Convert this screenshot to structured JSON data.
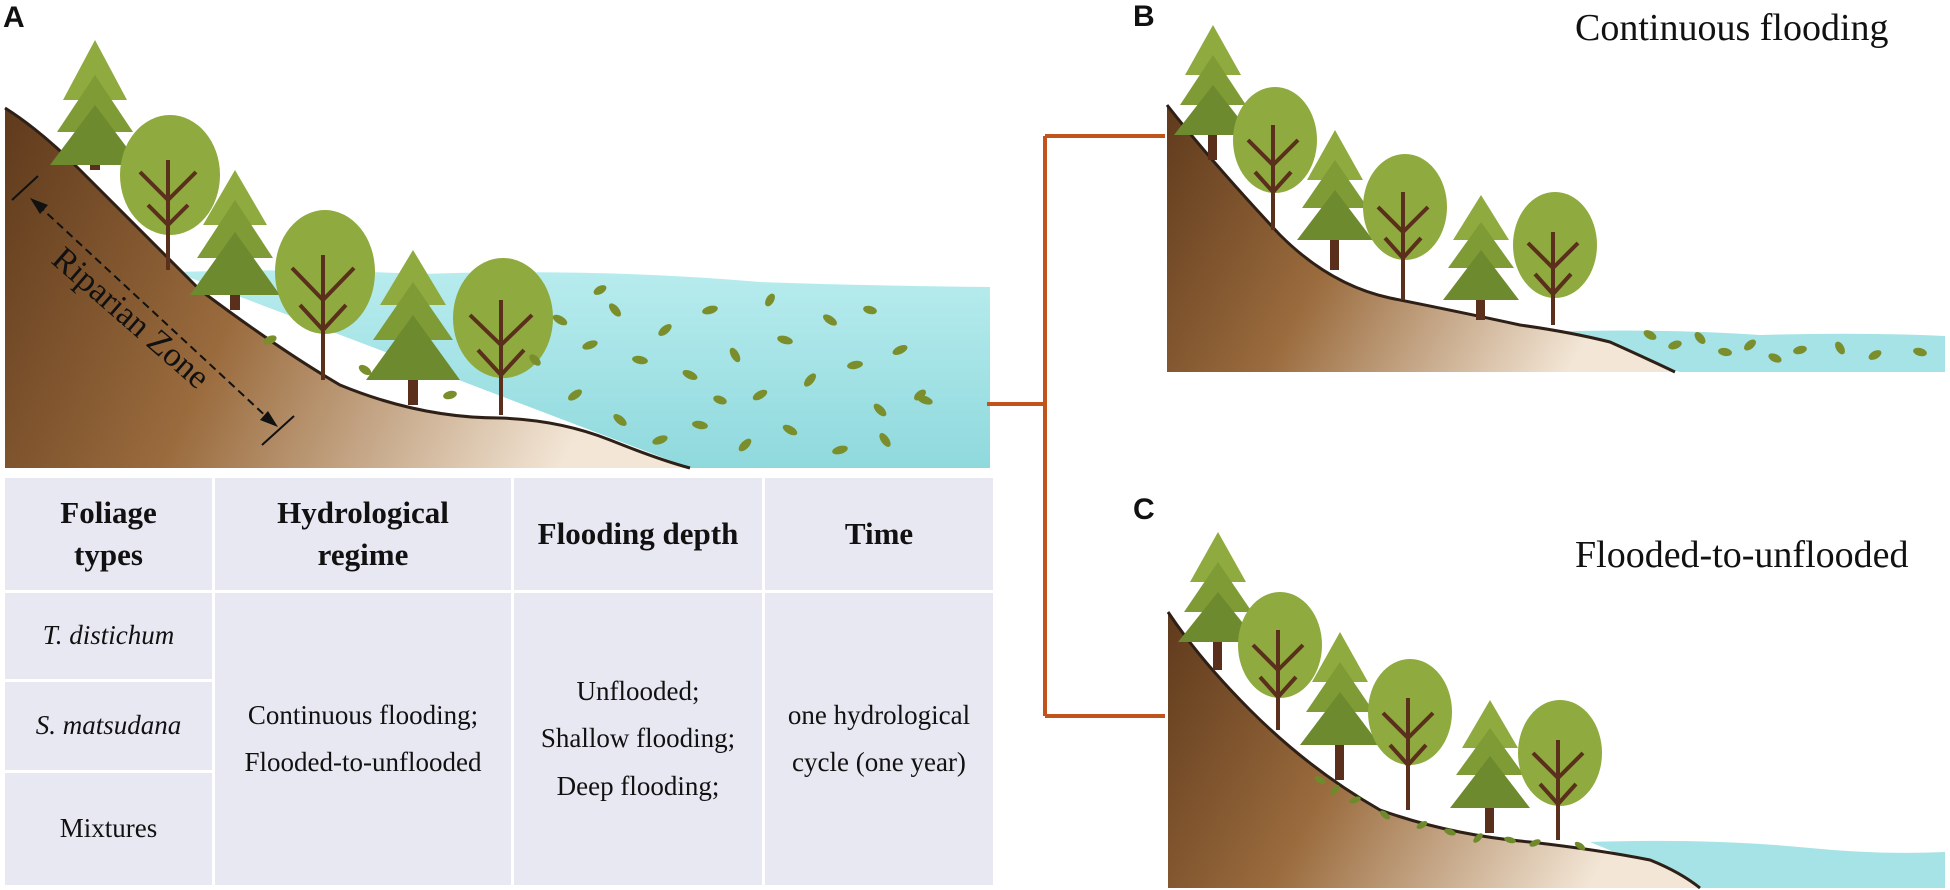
{
  "panels": {
    "a": {
      "letter": "A",
      "zone_label": "Riparian Zone"
    },
    "b": {
      "letter": "B",
      "title": "Continuous flooding"
    },
    "c": {
      "letter": "C",
      "title": "Flooded-to-unflooded"
    }
  },
  "table": {
    "headers": {
      "foliage": "Foliage\ntypes",
      "regime": "Hydrological\nregime",
      "depth": "Flooding depth",
      "time": "Time"
    },
    "foliage_types": [
      "T. distichum",
      "S. matsudana",
      "Mixtures"
    ],
    "regime": "Continuous flooding;\nFlooded-to-unflooded",
    "depth": "Unflooded;\nShallow flooding;\nDeep flooding;",
    "time": "one hydrological\ncycle (one year)"
  },
  "colors": {
    "connector": "#c0541c",
    "water": "#a6e3e6",
    "soil_dark": "#5f3a1c",
    "tree_dark": "#6d8a2e",
    "tree_light": "#8faa3e",
    "trunk": "#5a2f1c",
    "table_cell": "#e8e8f3"
  }
}
